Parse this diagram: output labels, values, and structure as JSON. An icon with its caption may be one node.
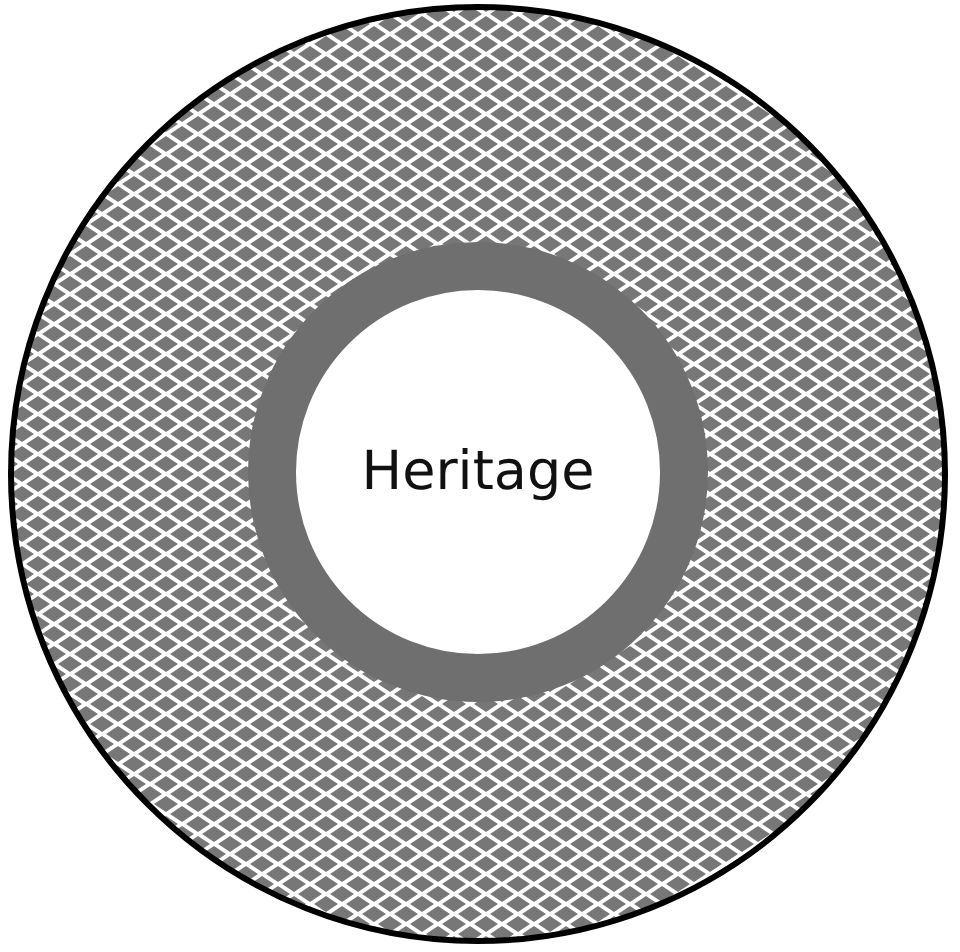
{
  "diagram": {
    "nodes": [
      {
        "text": [],
        "shape": "circle"
      },
      {
        "text": [
          "Heritage"
        ],
        "in": 0
      }
    ]
  }
}
